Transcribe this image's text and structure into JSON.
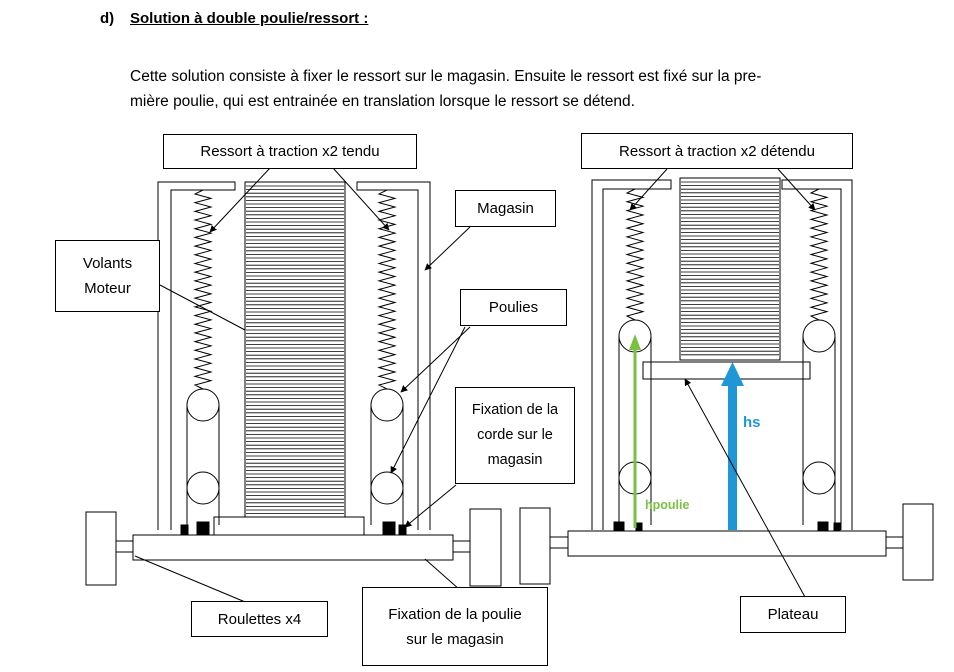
{
  "heading": {
    "number": "d)",
    "title": "Solution à double poulie/ressort :"
  },
  "paragraph": {
    "line1": "Cette solution consiste à fixer le ressort sur le magasin. Ensuite le ressort est fixé sur la pre-",
    "line2": "mière poulie, qui est entrainée en translation lorsque le ressort se détend."
  },
  "labels": {
    "ressort_tendu": "Ressort à traction x2 tendu",
    "ressort_detendu": "Ressort à traction x2 détendu",
    "magasin": "Magasin",
    "volants_line1": "Volants",
    "volants_line2": "Moteur",
    "poulies": "Poulies",
    "fixation_corde_line1": "Fixation de la",
    "fixation_corde_line2": "corde sur le",
    "fixation_corde_line3": "magasin",
    "roulettes": "Roulettes x4",
    "fixation_poulie_line1": "Fixation de la poulie",
    "fixation_poulie_line2": "sur le magasin",
    "plateau": "Plateau",
    "hs": "hs",
    "hpoulie": "hpoulie"
  },
  "colors": {
    "hs_arrow": "#1f97d6",
    "hpoulie_arrow": "#7ac143",
    "lines": "#000000"
  }
}
